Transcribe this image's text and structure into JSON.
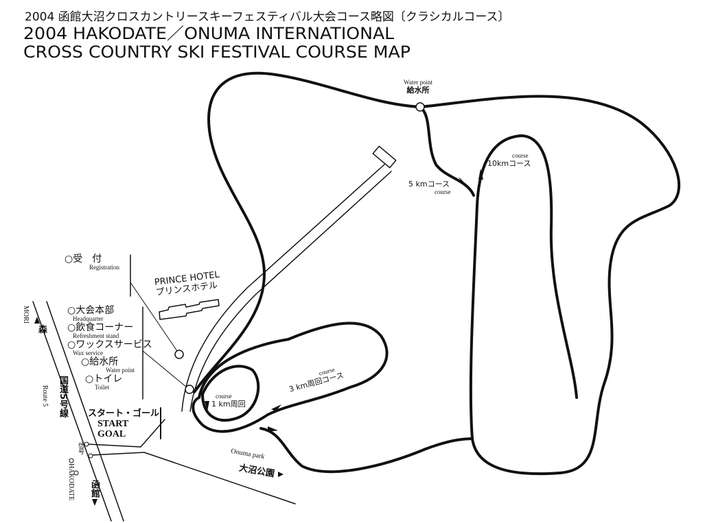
{
  "title": {
    "japanese": "2004 函館大沼クロスカントリースキーフェスティバル大会コース略図〔クラシカルコース〕",
    "english_line1": "2004 HAKODATE／ONUMA INTERNATIONAL",
    "english_line2": "CROSS COUNTRY SKI FESTIVAL COURSE MAP"
  },
  "legend": [
    {
      "jp": "○受　付",
      "en": "Registration"
    },
    {
      "jp": "○大会本部",
      "en": "Headquarter"
    },
    {
      "jp": "○飲食コーナー",
      "en": "Refreshment stand"
    },
    {
      "jp": "○ワックスサービス",
      "en": "Wax service"
    },
    {
      "jp": "○給水所",
      "en": "Water point"
    },
    {
      "jp": "○トイレ",
      "en": "Toilet"
    }
  ],
  "hotel": {
    "en": "PRINCE HOTEL",
    "jp": "プリンスホテル"
  },
  "start_goal": {
    "jp": "スタート・ゴール",
    "en1": "START",
    "en2": "GOAL"
  },
  "roads": {
    "route5_jp": "国道5号線",
    "route5_en": "Route 5",
    "mori_jp": "森",
    "mori_en": "MORI",
    "hakodate_jp": "函館",
    "hakodate_en": "HAKODATE",
    "signal_jp": "信号",
    "park_en": "Onuma park",
    "park_jp": "大沼公園"
  },
  "water_point": {
    "en": "Water point",
    "jp": "給水所"
  },
  "courses": [
    {
      "jp": "1 km周回",
      "en": "course"
    },
    {
      "jp": "3 km周回コース",
      "en": "course"
    },
    {
      "jp": "5 kmコース",
      "en": "course"
    },
    {
      "jp": "10kmコース",
      "en": "course"
    }
  ]
}
